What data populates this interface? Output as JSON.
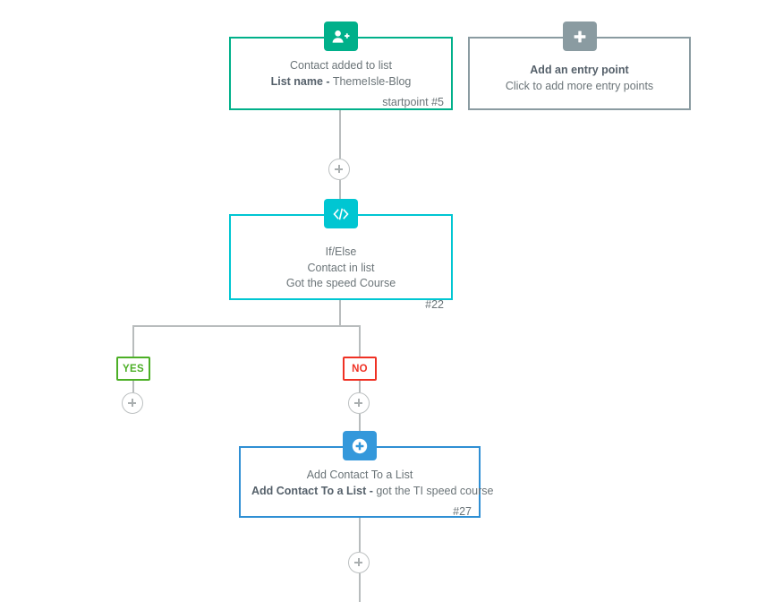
{
  "canvas": {
    "background": "#ffffff",
    "line_color": "#b8bcbd"
  },
  "nodes": {
    "contact_added": {
      "icon": "user-add-icon",
      "accent": "#00b08a",
      "line1": "Contact added to list",
      "line2_strong": "List name -",
      "line2_rest": " ThemeIsle-Blog",
      "reference": "startpoint #5"
    },
    "add_entry_point": {
      "icon": "plus-icon",
      "accent": "#8a9ba1",
      "line1": "Add an entry point",
      "line2": "Click to add more entry points"
    },
    "if_else": {
      "icon": "code-icon",
      "accent": "#00c6d2",
      "line1": "If/Else",
      "line2": "Contact in list",
      "line3": "Got the speed Course",
      "reference": "#22"
    },
    "add_contact_to_list": {
      "icon": "circle-plus-icon",
      "accent": "#3498db",
      "line1": "Add Contact To a List",
      "line2_strong": "Add Contact To a List -",
      "line2_rest": " got the TI speed course",
      "reference": "#27"
    }
  },
  "branches": {
    "yes": {
      "label": "YES",
      "color": "#4caf26"
    },
    "no": {
      "label": "NO",
      "color": "#ef3124"
    }
  },
  "connectors": {
    "add_step_hint": "+"
  }
}
